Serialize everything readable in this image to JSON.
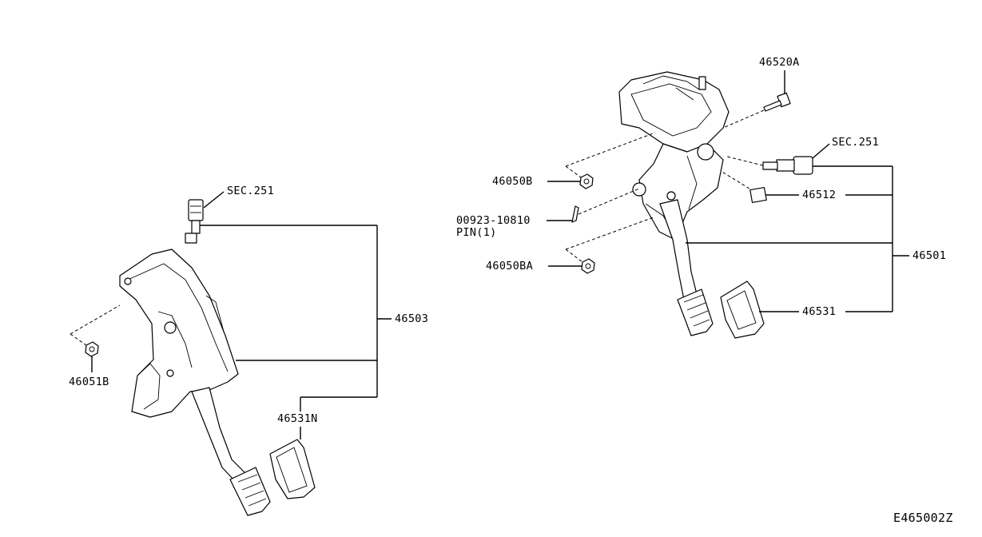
{
  "diagram_code": "E465002Z",
  "left_assembly": {
    "part_46503": "46503",
    "part_46051b": "46051B",
    "part_sec251": "SEC.251",
    "part_46531n": "46531N"
  },
  "right_assembly": {
    "part_46520a": "46520A",
    "part_sec251": "SEC.251",
    "part_46050b": "46050B",
    "part_46512": "46512",
    "part_pin_no": "00923-10810",
    "part_pin_desc": "PIN(1)",
    "part_46050ba": "46050BA",
    "part_46501": "46501",
    "part_46531": "46531"
  }
}
